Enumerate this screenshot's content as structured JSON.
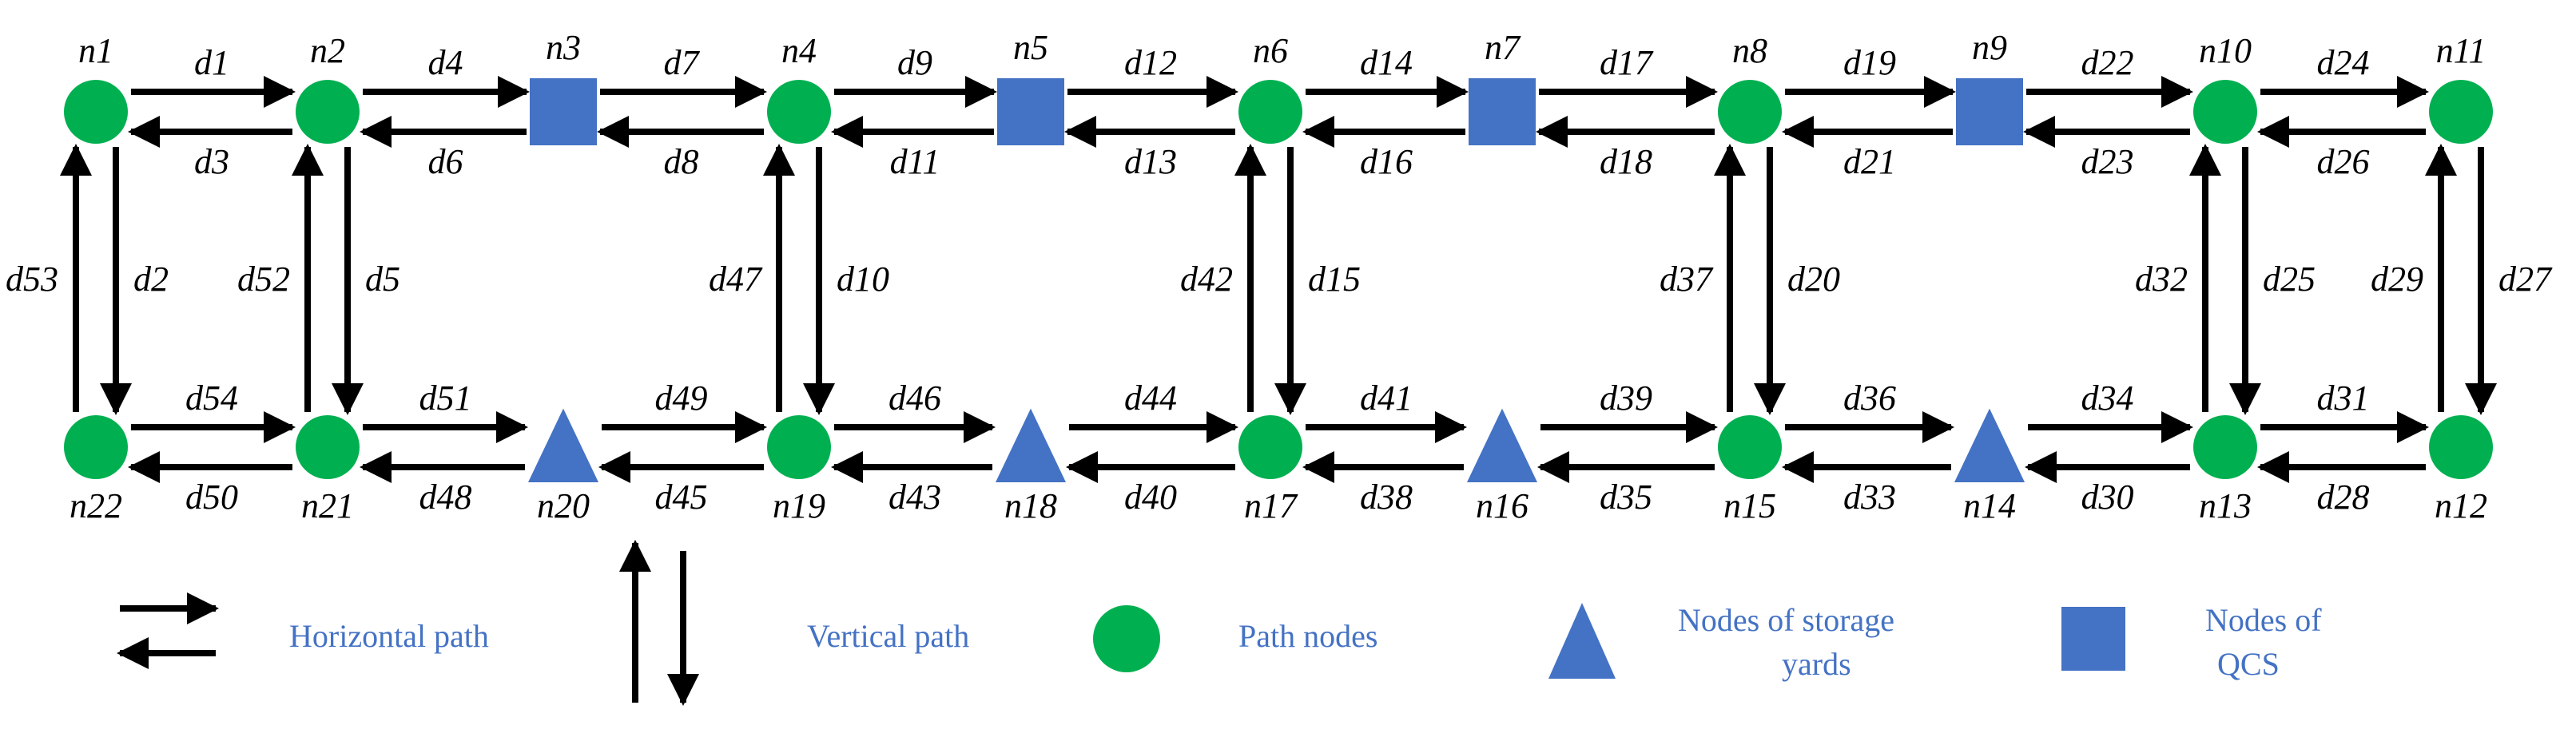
{
  "colors": {
    "path_node": "#00B050",
    "yard_node": "#4472C4",
    "qcs_node": "#4472C4",
    "edge": "#000000",
    "legend_text": "#4472C4"
  },
  "nodes": [
    {
      "id": "n1",
      "label": "n1",
      "kind": "path"
    },
    {
      "id": "n2",
      "label": "n2",
      "kind": "path"
    },
    {
      "id": "n3",
      "label": "n3",
      "kind": "qcs"
    },
    {
      "id": "n4",
      "label": "n4",
      "kind": "path"
    },
    {
      "id": "n5",
      "label": "n5",
      "kind": "qcs"
    },
    {
      "id": "n6",
      "label": "n6",
      "kind": "path"
    },
    {
      "id": "n7",
      "label": "n7",
      "kind": "qcs"
    },
    {
      "id": "n8",
      "label": "n8",
      "kind": "path"
    },
    {
      "id": "n9",
      "label": "n9",
      "kind": "qcs"
    },
    {
      "id": "n10",
      "label": "n10",
      "kind": "path"
    },
    {
      "id": "n11",
      "label": "n11",
      "kind": "path"
    },
    {
      "id": "n12",
      "label": "n12",
      "kind": "path"
    },
    {
      "id": "n13",
      "label": "n13",
      "kind": "path"
    },
    {
      "id": "n14",
      "label": "n14",
      "kind": "yard"
    },
    {
      "id": "n15",
      "label": "n15",
      "kind": "path"
    },
    {
      "id": "n16",
      "label": "n16",
      "kind": "yard"
    },
    {
      "id": "n17",
      "label": "n17",
      "kind": "path"
    },
    {
      "id": "n18",
      "label": "n18",
      "kind": "yard"
    },
    {
      "id": "n19",
      "label": "n19",
      "kind": "path"
    },
    {
      "id": "n20",
      "label": "n20",
      "kind": "yard"
    },
    {
      "id": "n21",
      "label": "n21",
      "kind": "path"
    },
    {
      "id": "n22",
      "label": "n22",
      "kind": "path"
    }
  ],
  "edges": [
    {
      "label": "d1",
      "from": "n1",
      "to": "n2"
    },
    {
      "label": "d3",
      "from": "n2",
      "to": "n1"
    },
    {
      "label": "d4",
      "from": "n2",
      "to": "n3"
    },
    {
      "label": "d6",
      "from": "n3",
      "to": "n2"
    },
    {
      "label": "d7",
      "from": "n3",
      "to": "n4"
    },
    {
      "label": "d8",
      "from": "n4",
      "to": "n3"
    },
    {
      "label": "d9",
      "from": "n4",
      "to": "n5"
    },
    {
      "label": "d11",
      "from": "n5",
      "to": "n4"
    },
    {
      "label": "d12",
      "from": "n5",
      "to": "n6"
    },
    {
      "label": "d13",
      "from": "n6",
      "to": "n5"
    },
    {
      "label": "d14",
      "from": "n6",
      "to": "n7"
    },
    {
      "label": "d16",
      "from": "n7",
      "to": "n6"
    },
    {
      "label": "d17",
      "from": "n7",
      "to": "n8"
    },
    {
      "label": "d18",
      "from": "n8",
      "to": "n7"
    },
    {
      "label": "d19",
      "from": "n8",
      "to": "n9"
    },
    {
      "label": "d21",
      "from": "n9",
      "to": "n8"
    },
    {
      "label": "d22",
      "from": "n9",
      "to": "n10"
    },
    {
      "label": "d23",
      "from": "n10",
      "to": "n9"
    },
    {
      "label": "d24",
      "from": "n10",
      "to": "n11"
    },
    {
      "label": "d26",
      "from": "n11",
      "to": "n10"
    },
    {
      "label": "d54",
      "from": "n22",
      "to": "n21"
    },
    {
      "label": "d50",
      "from": "n21",
      "to": "n22"
    },
    {
      "label": "d51",
      "from": "n21",
      "to": "n20"
    },
    {
      "label": "d48",
      "from": "n20",
      "to": "n21"
    },
    {
      "label": "d49",
      "from": "n20",
      "to": "n19"
    },
    {
      "label": "d45",
      "from": "n19",
      "to": "n20"
    },
    {
      "label": "d46",
      "from": "n19",
      "to": "n18"
    },
    {
      "label": "d43",
      "from": "n18",
      "to": "n19"
    },
    {
      "label": "d44",
      "from": "n18",
      "to": "n17"
    },
    {
      "label": "d40",
      "from": "n17",
      "to": "n18"
    },
    {
      "label": "d41",
      "from": "n17",
      "to": "n16"
    },
    {
      "label": "d38",
      "from": "n16",
      "to": "n17"
    },
    {
      "label": "d39",
      "from": "n16",
      "to": "n15"
    },
    {
      "label": "d35",
      "from": "n15",
      "to": "n16"
    },
    {
      "label": "d36",
      "from": "n15",
      "to": "n14"
    },
    {
      "label": "d33",
      "from": "n14",
      "to": "n15"
    },
    {
      "label": "d34",
      "from": "n14",
      "to": "n13"
    },
    {
      "label": "d30",
      "from": "n13",
      "to": "n14"
    },
    {
      "label": "d31",
      "from": "n13",
      "to": "n12"
    },
    {
      "label": "d28",
      "from": "n12",
      "to": "n13"
    },
    {
      "label": "d53",
      "from": "n22",
      "to": "n1"
    },
    {
      "label": "d2",
      "from": "n1",
      "to": "n22"
    },
    {
      "label": "d52",
      "from": "n21",
      "to": "n2"
    },
    {
      "label": "d5",
      "from": "n2",
      "to": "n21"
    },
    {
      "label": "d47",
      "from": "n19",
      "to": "n4"
    },
    {
      "label": "d10",
      "from": "n4",
      "to": "n19"
    },
    {
      "label": "d42",
      "from": "n17",
      "to": "n6"
    },
    {
      "label": "d15",
      "from": "n6",
      "to": "n17"
    },
    {
      "label": "d37",
      "from": "n15",
      "to": "n8"
    },
    {
      "label": "d20",
      "from": "n8",
      "to": "n15"
    },
    {
      "label": "d32",
      "from": "n13",
      "to": "n10"
    },
    {
      "label": "d25",
      "from": "n10",
      "to": "n13"
    },
    {
      "label": "d29",
      "from": "n12",
      "to": "n11"
    },
    {
      "label": "d27",
      "from": "n11",
      "to": "n12"
    }
  ],
  "legend": {
    "horizontal": "Horizontal path",
    "vertical": "Vertical path",
    "path_nodes": "Path nodes",
    "yards_line1": "Nodes of storage",
    "yards_line2": "yards",
    "qcs_line1": "Nodes of",
    "qcs_line2": "QCS"
  }
}
